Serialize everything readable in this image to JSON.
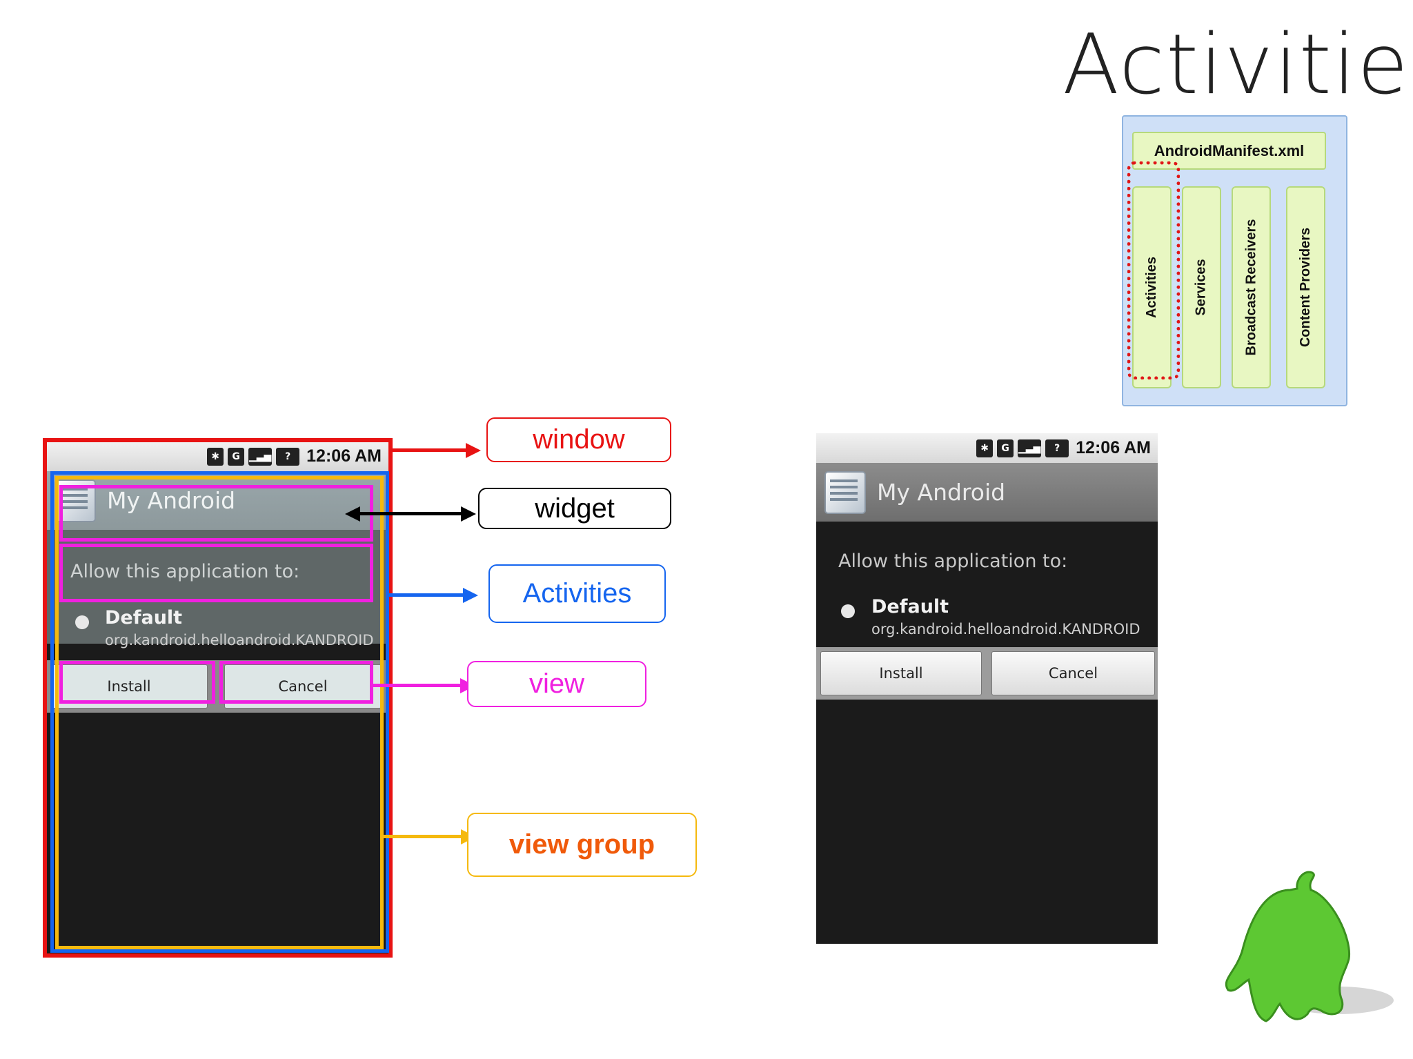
{
  "slide": {
    "title": "Activities"
  },
  "manifest": {
    "header": "AndroidManifest.xml",
    "components": [
      "Activities",
      "Services",
      "Broadcast Receivers",
      "Content Providers"
    ]
  },
  "phone": {
    "status_time": "12:06 AM",
    "status_icons": [
      "bluetooth-icon",
      "gprs-icon",
      "signal-icon",
      "unknown-sim-icon"
    ],
    "app_title": "My Android",
    "prompt": "Allow this application to:",
    "option_title": "Default",
    "option_subtitle": "org.kandroid.helloandroid.KANDROID",
    "install_label": "Install",
    "cancel_label": "Cancel"
  },
  "callouts": {
    "window": "window",
    "widget": "widget",
    "activities": "Activities",
    "view": "view",
    "view_group": "view group"
  },
  "colors": {
    "window": "#e81313",
    "widget": "#000000",
    "activities": "#1565ef",
    "view": "#f020e0",
    "view_group": "#f5b90e",
    "view_group_text": "#f05a0a"
  }
}
